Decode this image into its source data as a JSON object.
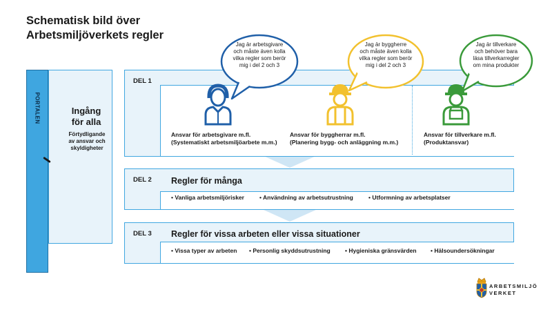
{
  "title": [
    "Schematisk bild över",
    "Arbetsmiljöverkets regler"
  ],
  "portal": {
    "door_label": "PORTALEN",
    "entrance_title": [
      "Ingång",
      "för alla"
    ],
    "entrance_sub": [
      "Förtydligande",
      "av ansvar och",
      "skyldigheter"
    ]
  },
  "del1": {
    "label": "DEL 1",
    "roles": [
      {
        "line1": "Ansvar för arbetsgivare m.fl.",
        "line2": "(Systematiskt arbetsmiljöarbete m.m.)",
        "color": "#1f5fa8",
        "icon": "employer-person-icon"
      },
      {
        "line1": "Ansvar för byggherrar m.fl.",
        "line2": "(Planering bygg- och anläggning m.m.)",
        "color": "#f2c12e",
        "icon": "builder-hardhat-icon"
      },
      {
        "line1": "Ansvar för tillverkare m.fl.",
        "line2": "(Produktansvar)",
        "color": "#3a9a3a",
        "icon": "manufacturer-worker-icon"
      }
    ],
    "bubbles": [
      {
        "lines": [
          "Jag är arbetsgivare",
          "och måste även kolla",
          "vilka regler som berör",
          "mig i del 2 och 3"
        ],
        "color": "#1f5fa8"
      },
      {
        "lines": [
          "Jag är byggherre",
          "och måste även kolla",
          "vilka regler som berör",
          "mig i del 2 och 3"
        ],
        "color": "#f2c12e"
      },
      {
        "lines": [
          "Jag är tillverkare",
          "och behöver bara",
          "läsa tillverkarregler",
          "om mina produkter"
        ],
        "color": "#3a9a3a"
      }
    ]
  },
  "del2": {
    "label": "DEL 2",
    "title": "Regler för många",
    "bullets": [
      "• Vanliga arbetsmiljörisker",
      "• Användning av arbetsutrustning",
      "• Utformning av arbetsplatser"
    ]
  },
  "del3": {
    "label": "DEL 3",
    "title": "Regler för vissa arbeten eller vissa situationer",
    "bullets": [
      "• Vissa typer av arbeten",
      "• Personlig skyddsutrustning",
      "• Hygieniska gränsvärden",
      "• Hälsoundersökningar"
    ]
  },
  "logo": {
    "line1": "ARBETSMILJÖ",
    "line2": "VERKET"
  },
  "colors": {
    "accent_blue": "#3fa6e0",
    "panel_fill": "#e8f3fa",
    "arrow": "#cfe6f5"
  }
}
